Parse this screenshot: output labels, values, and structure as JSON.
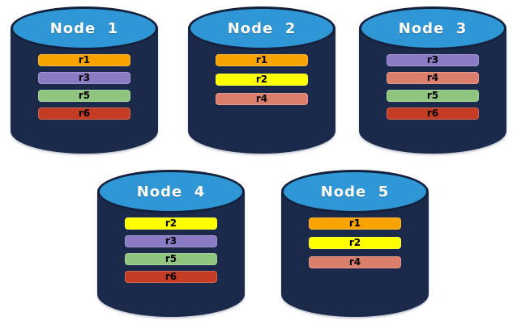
{
  "colors": {
    "background": "#ffffff",
    "cylinder_body": "#1B2A4A",
    "cylinder_top": "#2F97D5",
    "cylinder_border": "#14213C",
    "title_text": "#ffffff",
    "bar_text": "#000000",
    "replicas": {
      "r1": "#F9A300",
      "r2": "#FFFF00",
      "r3": "#8A7BC4",
      "r4": "#DB7F6C",
      "r5": "#8FC57E",
      "r6": "#C43C24"
    }
  },
  "nodes": [
    {
      "label": "Node  1",
      "replicas": [
        "r1",
        "r3",
        "r5",
        "r6"
      ]
    },
    {
      "label": "Node  2",
      "replicas": [
        "r1",
        "r2",
        "r4"
      ]
    },
    {
      "label": "Node  3",
      "replicas": [
        "r3",
        "r4",
        "r5",
        "r6"
      ]
    },
    {
      "label": "Node  4",
      "replicas": [
        "r2",
        "r3",
        "r5",
        "r6"
      ]
    },
    {
      "label": "Node  5",
      "replicas": [
        "r1",
        "r2",
        "r4"
      ]
    }
  ]
}
